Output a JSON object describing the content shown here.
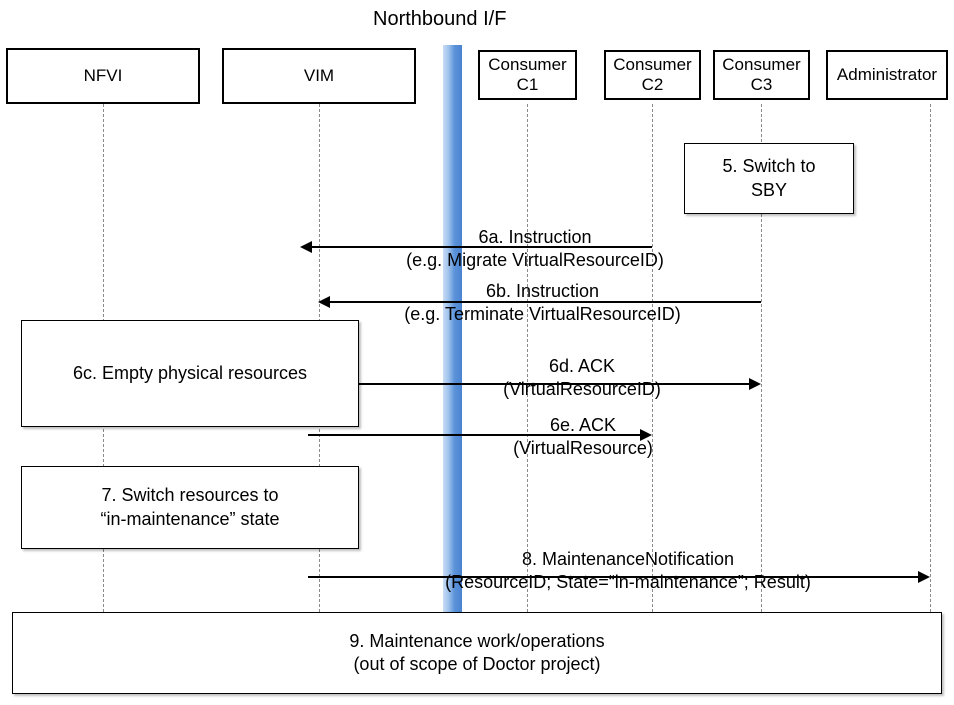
{
  "diagram": {
    "title": "Northbound I/F",
    "type": "sequence-diagram",
    "lifelines": [
      {
        "id": "nfvi",
        "label": "NFVI"
      },
      {
        "id": "vim",
        "label": "VIM"
      },
      {
        "id": "consumer_c1",
        "label": "Consumer\nC1"
      },
      {
        "id": "consumer_c2",
        "label": "Consumer\nC2"
      },
      {
        "id": "consumer_c3",
        "label": "Consumer\nC3"
      },
      {
        "id": "administrator",
        "label": "Administrator"
      }
    ],
    "notes": [
      {
        "id": "note-5",
        "text": "5. Switch to\nSBY"
      },
      {
        "id": "note-6c",
        "text": "6c. Empty physical resources"
      },
      {
        "id": "note-7",
        "text": "7. Switch resources to\n“in-maintenance” state"
      },
      {
        "id": "note-9",
        "text": "9. Maintenance work/operations\n(out of scope of Doctor project)"
      }
    ],
    "messages": [
      {
        "id": "msg-6a",
        "line1": "6a. Instruction",
        "line2": "(e.g. Migrate VirtualResourceID)",
        "from": "consumer_c2",
        "to": "vim",
        "direction": "left"
      },
      {
        "id": "msg-6b",
        "line1": "6b. Instruction",
        "line2": "(e.g. Terminate VirtualResourceID)",
        "from": "consumer_c3",
        "to": "vim",
        "direction": "left"
      },
      {
        "id": "msg-6d",
        "line1": "6d. ACK",
        "line2": "(VirtualResourceID)",
        "from": "vim",
        "to": "consumer_c3",
        "direction": "right"
      },
      {
        "id": "msg-6e",
        "line1": "6e. ACK",
        "line2": "(VirtualResource)",
        "from": "vim",
        "to": "consumer_c2",
        "direction": "right"
      },
      {
        "id": "msg-8",
        "line1": "8.     MaintenanceNotification",
        "line2": "(ResourceID; State=“in-maintenance”; Result)",
        "from": "vim",
        "to": "administrator",
        "direction": "right"
      }
    ],
    "colors": {
      "northbound_bar_light": "#c9dcf4",
      "northbound_bar_dark": "#4a83cf",
      "lifeline_dash": "#8a8a8a",
      "stroke": "#000000",
      "background": "#ffffff"
    }
  }
}
